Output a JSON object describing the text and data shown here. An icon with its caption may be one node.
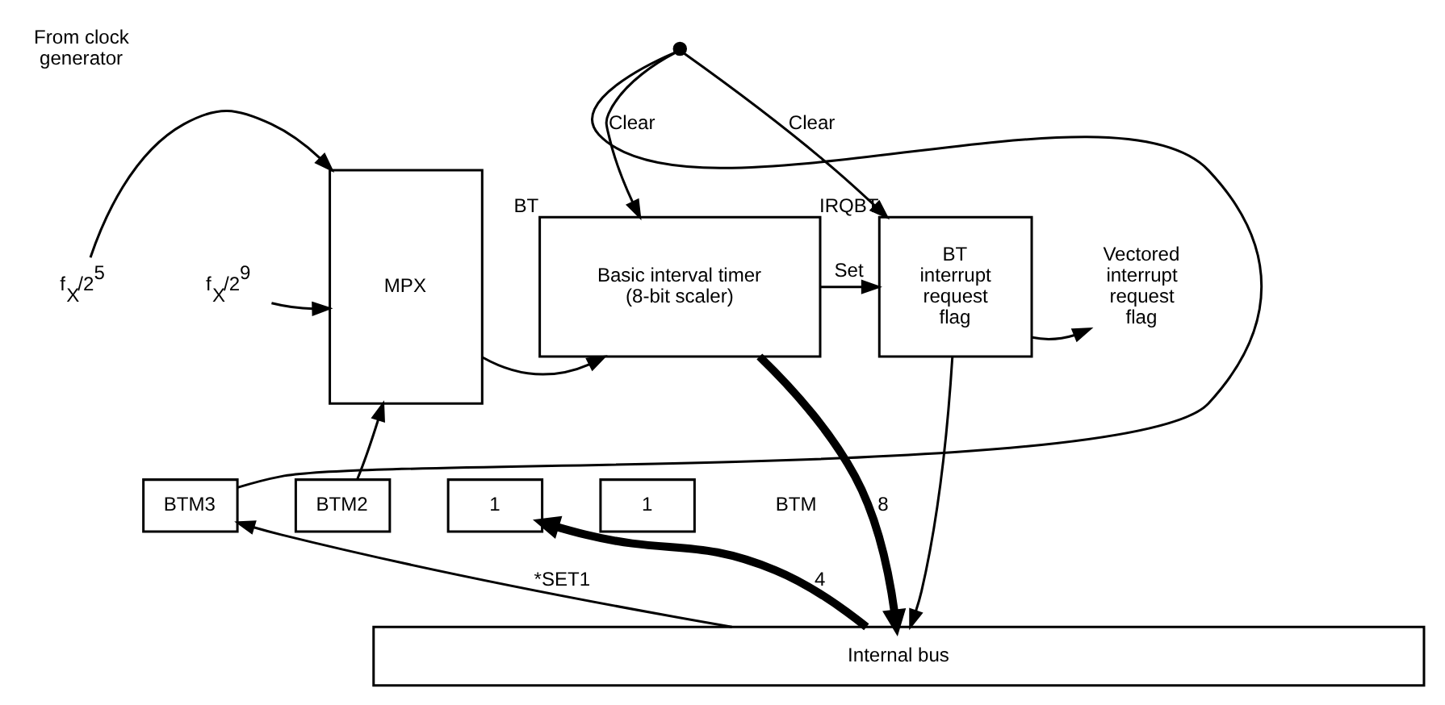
{
  "diagram": {
    "nodes": [
      {
        "text": [
          "f$_{X}$/2$^{5}$"
        ]
      },
      {
        "text": [
          "f$_{X}$/2$^{9}$"
        ]
      },
      {
        "text": [
          "MPX"
        ]
      },
      {
        "text": [
          "Basic interval timer (8-bit scaler)"
        ],
        "beside": [
          "BT"
        ]
      },
      {
        "text": [
          "BT interrupt request flag"
        ],
        "beside": [
          "IRQBT"
        ]
      },
      {
        "text": [
          "Vectored interrupt request flag"
        ]
      },
      {
        "text": [
          "BTM3"
        ]
      },
      {
        "text": [
          "BTM2"
        ]
      },
      {
        "text": [
          "1"
        ]
      },
      {
        "text": [
          "1"
        ]
      },
      {
        "text": [
          "Internal bus"
        ]
      },
      {
        "text": [],
        "shape": "circle"
      }
    ],
    "edges": [
      {
        "from": 0,
        "to": 2,
        "arrow": "to"
      },
      {
        "from": 1,
        "to": 2,
        "arrow": "to"
      },
      {
        "from": 2,
        "to": 3,
        "arrow": "to"
      },
      {
        "from": 3,
        "to": 4,
        "arrow": "to",
        "label": "Set"
      },
      {
        "from": 4,
        "to": 5,
        "arrow": "to"
      },
      {
        "from": 6,
        "to": 11,
        "arrow": "none"
      },
      {
        "from": 11,
        "to": 3,
        "arrow": "to",
        "label": "Clear"
      },
      {
        "from": 11,
        "to": 4,
        "arrow": "to",
        "label": "Clear"
      },
      {
        "from": 7,
        "to": 2,
        "arrow": "to"
      },
      {
        "from": 10,
        "to": 6,
        "arrow": "to",
        "label": "*SET1"
      },
      {
        "from": 10,
        "to": 8,
        "arrow": "to",
        "label": "4",
        "style": "thick"
      },
      {
        "from": 3,
        "to": 10,
        "arrow": "to",
        "label": "8",
        "style": "thick"
      },
      {
        "from": 4,
        "to": 10,
        "arrow": "to"
      }
    ],
    "labels": [
      "From clock generator",
      "BTM"
    ]
  }
}
